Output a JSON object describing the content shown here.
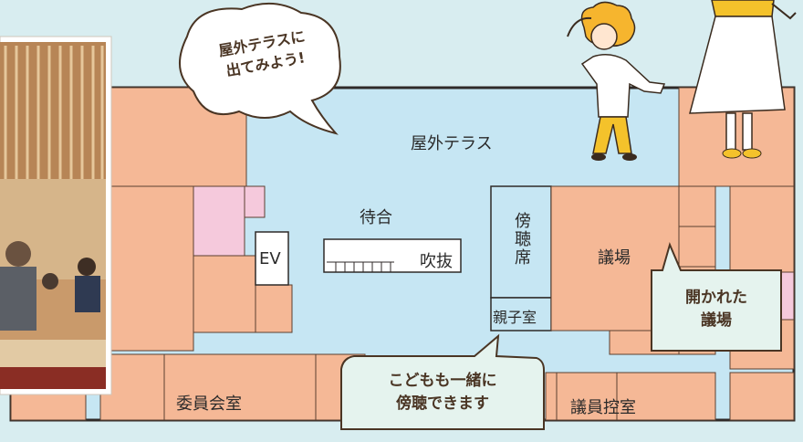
{
  "rooms": {
    "terrace": "屋外テラス",
    "waiting": "待合",
    "ev": "EV",
    "atrium": "吹抜",
    "gallery": "傍聴席",
    "family_room": "親子室",
    "chamber": "議場",
    "committee_room": "委員会室",
    "members_room": "議員控室"
  },
  "callouts": {
    "terrace": [
      "屋外テラスに",
      "出てみよう!"
    ],
    "chamber": [
      "開かれた",
      "議場"
    ],
    "children": [
      "こどもも一緒に",
      "傍聴できます"
    ]
  },
  "colors": {
    "room": "#f5b896",
    "corridor": "#c6e6f3",
    "pink": "#f5c9dc",
    "wall": "#2f2a28",
    "bubble": "#e5f3ee",
    "bubble_border": "#5a4030"
  }
}
